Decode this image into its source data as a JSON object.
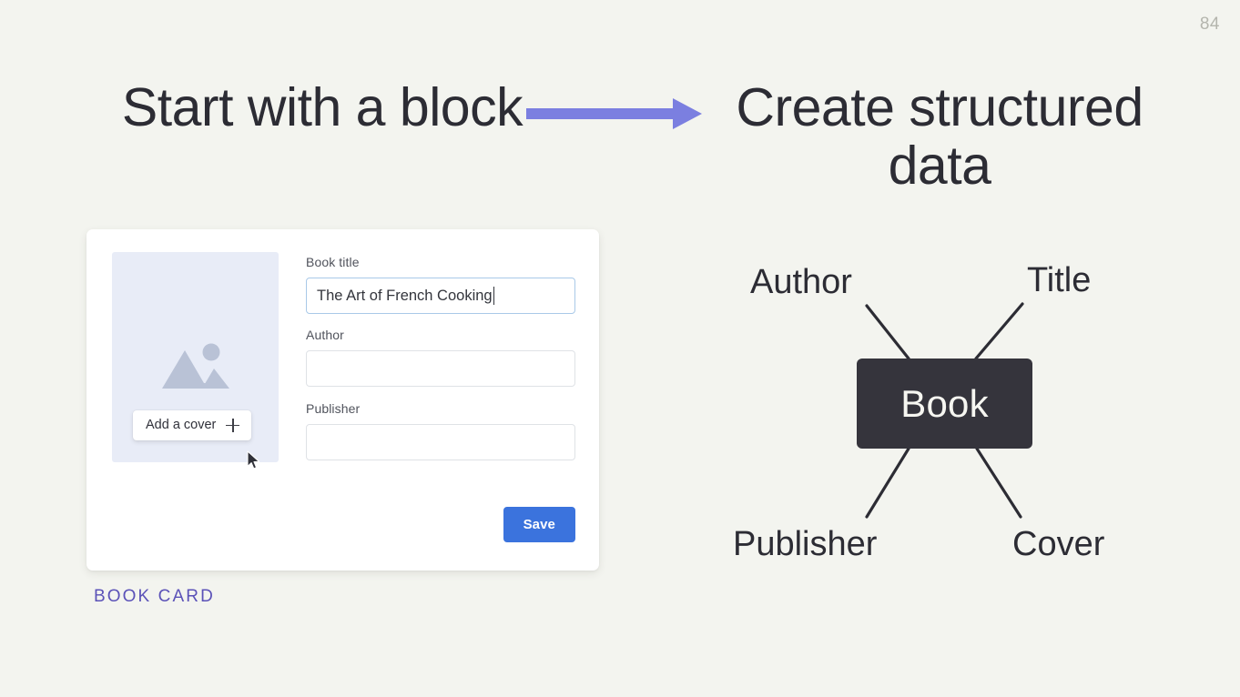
{
  "slide": {
    "page_number": "84",
    "background_color": "#f3f4ef"
  },
  "headings": {
    "left": "Start with a block",
    "right": "Create structured data"
  },
  "arrow": {
    "name": "right-arrow",
    "color": "#7b7fe0"
  },
  "card": {
    "caption": "BOOK CARD",
    "caption_color": "#5b52b8",
    "cover": {
      "placeholder_icon": "image-placeholder-icon",
      "add_cover_label": "Add a cover",
      "add_cover_icon": "plus-icon",
      "background_color": "#e8ecf7"
    },
    "fields": [
      {
        "label": "Book title",
        "value": "The Art of French Cooking",
        "placeholder": "",
        "focused": true
      },
      {
        "label": "Author",
        "value": "",
        "placeholder": "",
        "focused": false
      },
      {
        "label": "Publisher",
        "value": "",
        "placeholder": "",
        "focused": false
      }
    ],
    "save_label": "Save",
    "save_color": "#3b73dd"
  },
  "diagram": {
    "center_label": "Book",
    "center_color": "#35343c",
    "nodes": [
      {
        "label": "Author",
        "position": "top-left"
      },
      {
        "label": "Title",
        "position": "top-right"
      },
      {
        "label": "Publisher",
        "position": "bottom-left"
      },
      {
        "label": "Cover",
        "position": "bottom-right"
      }
    ]
  }
}
